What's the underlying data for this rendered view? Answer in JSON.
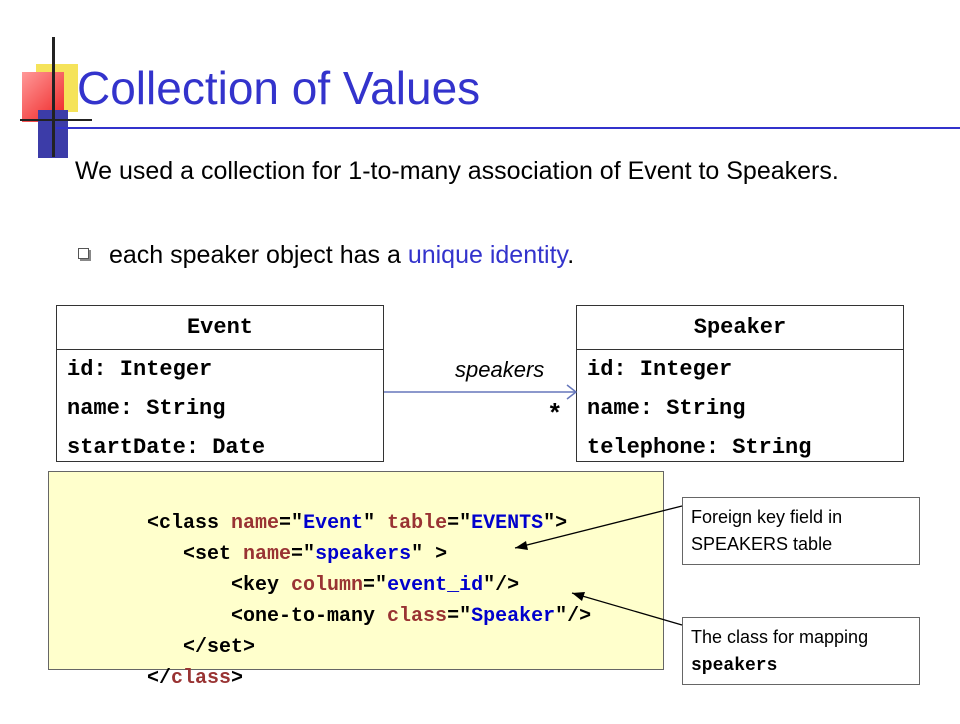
{
  "slide": {
    "title": "Collection of Values",
    "body": "We used a collection for 1-to-many association of Event to Speakers.",
    "bullet_prefix": "each speaker object has a ",
    "bullet_highlight": "unique identity",
    "bullet_suffix": "."
  },
  "diagram": {
    "event_class": {
      "name": "Event",
      "attributes": [
        "id: Integer",
        "name: String",
        "startDate: Date"
      ]
    },
    "speaker_class": {
      "name": "Speaker",
      "attributes": [
        "id: Integer",
        "name: String",
        "telephone: String"
      ]
    },
    "association_role": "speakers",
    "multiplicity": "*"
  },
  "code": {
    "line1": {
      "open": "<class ",
      "a1": "name",
      "eq1": "=\"",
      "v1": "Event",
      "q1": "\" ",
      "a2": "table",
      "eq2": "=\"",
      "v2": "EVENTS",
      "close": "\">"
    },
    "line2": {
      "open": "<set ",
      "a1": "name",
      "eq1": "=\"",
      "v1": "speakers",
      "close": "\" >"
    },
    "line3": {
      "open": "<key ",
      "a1": "column",
      "eq1": "=\"",
      "v1": "event_id",
      "close": "\"/>"
    },
    "line4": {
      "open": "<one-to-many ",
      "a1": "class",
      "eq1": "=\"",
      "v1": "Speaker",
      "close": "\"/>"
    },
    "line5": {
      "open": "</",
      "tag": "set",
      "close": ">"
    },
    "line6": {
      "open": "</",
      "tag": "class",
      "close": ">"
    }
  },
  "notes": {
    "foreign_key": "Foreign key field in SPEAKERS table",
    "class_mapping_prefix": "The class for mapping ",
    "class_mapping_mono": "speakers"
  },
  "colors": {
    "title": "#3333cc",
    "highlight": "#3333cc",
    "code_background": "#ffffcc",
    "code_attribute": "#993333",
    "code_value": "#0000cc"
  }
}
